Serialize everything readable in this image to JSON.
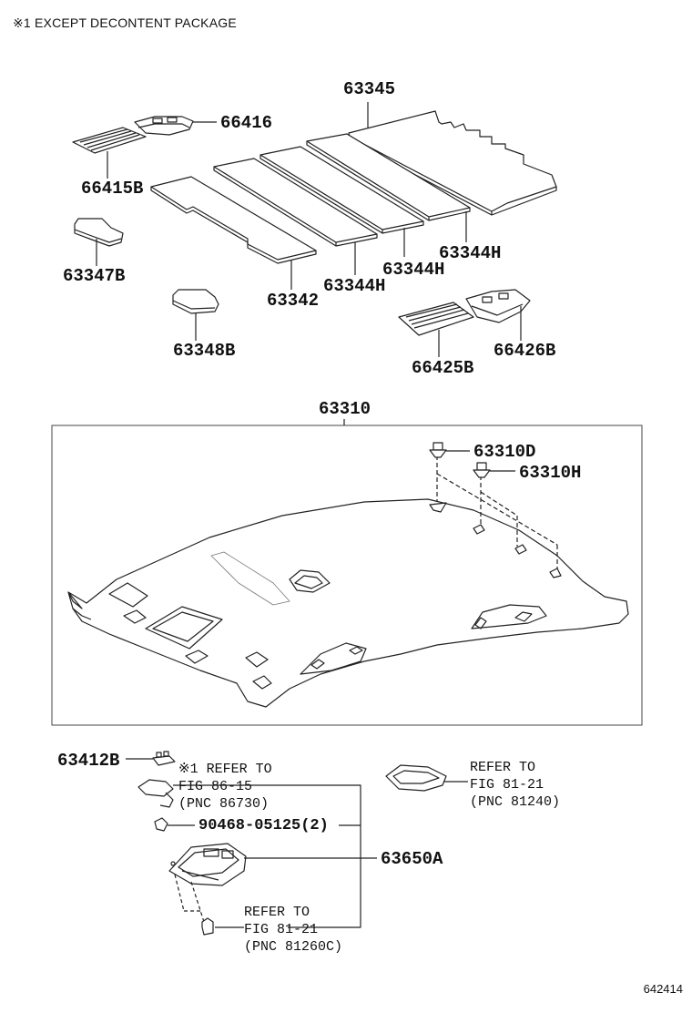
{
  "note": "※1 EXCEPT DECONTENT PACKAGE",
  "labels": {
    "p63345": "63345",
    "p66416": "66416",
    "p66415b": "66415B",
    "p63347b": "63347B",
    "p63342": "63342",
    "p63344h_a": "63344H",
    "p63344h_b": "63344H",
    "p63344h_c": "63344H",
    "p63348b": "63348B",
    "p66425b": "66425B",
    "p66426b": "66426B",
    "p63310": "63310",
    "p63310d": "63310D",
    "p63310h": "63310H",
    "p63412b": "63412B",
    "p90468": "90468-05125(2)",
    "p63650a": "63650A"
  },
  "refs": {
    "lamp_left": {
      "line1": "※1 REFER TO",
      "line2": "FIG 86-15",
      "line3": "(PNC 86730)"
    },
    "lamp_right": {
      "line1": "REFER TO",
      "line2": "FIG 81-21",
      "line3": "(PNC 81240)"
    },
    "lamp_bottom": {
      "line1": "REFER TO",
      "line2": "FIG 81-21",
      "line3": "(PNC 81260C)"
    }
  },
  "figure_code": "642414"
}
